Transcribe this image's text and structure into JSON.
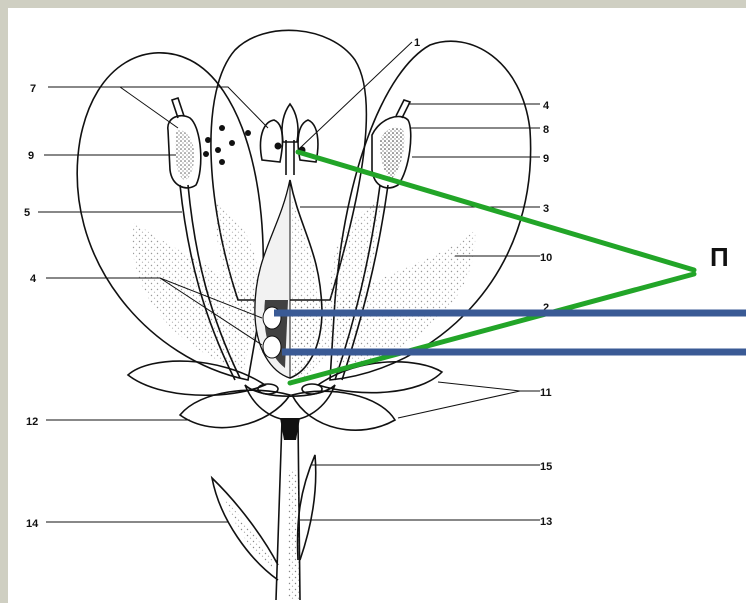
{
  "diagram": {
    "labels": {
      "n1": "1",
      "n3": "3",
      "n4_left": "4",
      "n4_right": "4",
      "n5": "5",
      "n7": "7",
      "n8": "8",
      "n9_left": "9",
      "n9_right": "9",
      "n10": "10",
      "n11": "11",
      "n12": "12",
      "n13": "13",
      "n14": "14",
      "n15": "15",
      "n_hidden": "2"
    },
    "callout": "П",
    "colors": {
      "green_pointer": "#22a528",
      "blue_pointer": "#3a5a95",
      "frame_bg": "#cfcfc2"
    }
  }
}
